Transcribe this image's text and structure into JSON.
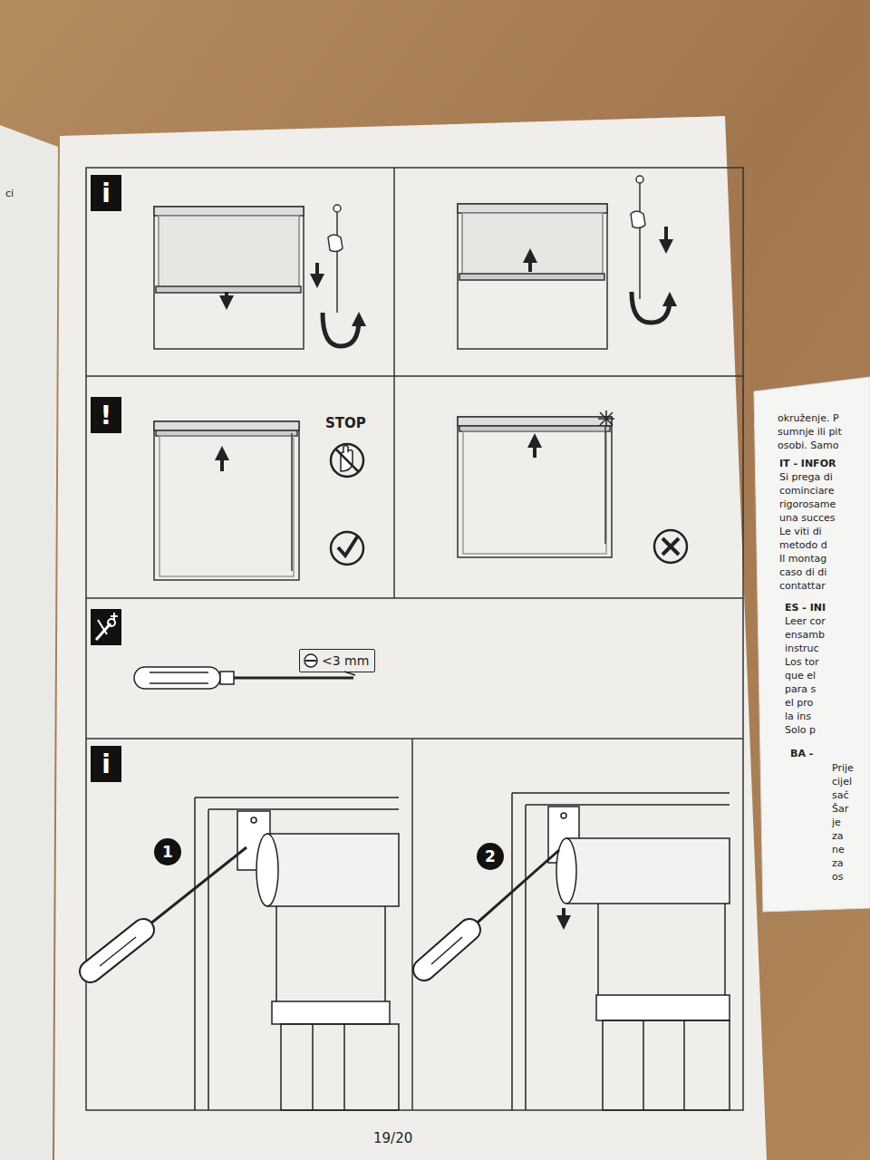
{
  "diagram": {
    "nodes": [
      {
        "text": [
          "i"
        ]
      },
      {
        "text": [
          "!"
        ]
      },
      {
        "text": [
          "<3 mm"
        ]
      },
      {
        "text": [
          "i"
        ]
      },
      {
        "text": [
          "1"
        ]
      },
      {
        "text": [
          "2"
        ]
      }
    ],
    "labels": [
      "ci",
      "STOP",
      "19/20",
      "okruženje. P",
      "sumnje ili pit",
      "osobi. Samo",
      "IT - INFOR",
      "Si prega di",
      "cominciare",
      "rigorosame",
      "una succes",
      "Le viti di",
      "metodo d",
      "Il montag",
      "caso di di",
      "contattar",
      "ES - INI",
      "Leer cor",
      "ensamb",
      "instruc",
      "Los tor",
      "que el",
      "para s",
      "el pro",
      "la ins",
      "Solo p",
      "BA -",
      "Prije",
      "cijel",
      "sač",
      "Šar",
      "je",
      "za",
      "ne",
      "za",
      "os"
    ]
  }
}
